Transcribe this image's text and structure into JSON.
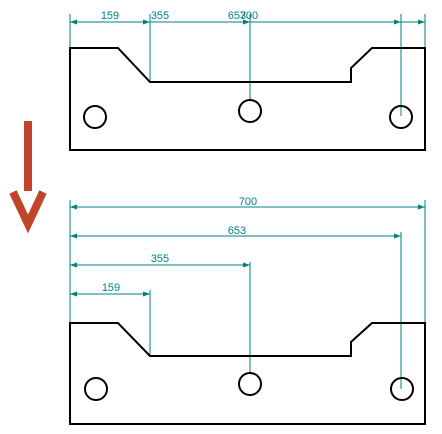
{
  "colors": {
    "background": "#ffffff",
    "part_outline": "#000000",
    "dimension": "#008080",
    "arrow": "#c0452b"
  },
  "top_view": {
    "dim_labels": {
      "d159": "159",
      "d355": "355",
      "d653": "653",
      "d700": "700"
    }
  },
  "transition_arrow": {
    "icon": "down-arrow-icon",
    "direction": "down"
  },
  "bottom_view": {
    "dim_labels": {
      "d159": "159",
      "d355": "355",
      "d653": "653",
      "d700": "700"
    }
  }
}
